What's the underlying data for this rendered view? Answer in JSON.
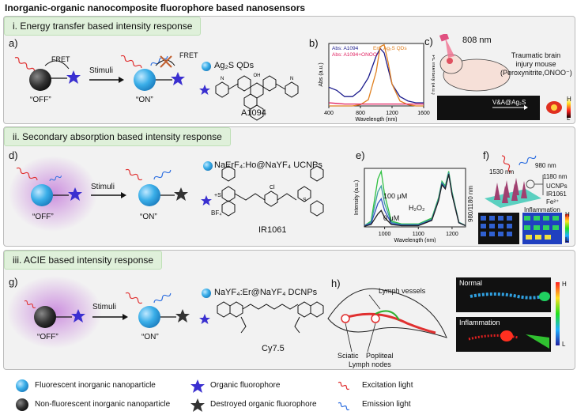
{
  "title": "Inorganic-organic nanocomposite fluorophore based  nanosensors",
  "sections": [
    {
      "header": "i. Energy transfer based intensity response"
    },
    {
      "header": "ii. Secondary absorption based intensity response"
    },
    {
      "header": "iii. ACIE based intensity response"
    }
  ],
  "panel_a": {
    "label": "a)",
    "fret1": "FRET",
    "fret2": "FRET",
    "stimuli": "Stimuli",
    "off": "“OFF”",
    "on": "“ON”",
    "qds_label": "Ag₂S QDs",
    "molecule": "A1094"
  },
  "panel_b": {
    "label": "b)",
    "legend_abs1": "Abs: A1094",
    "legend_em": "Em: Ag₂S QDs",
    "legend_abs2": "Abs: A1094+ONOO⁻",
    "ylabel": "Abs (a.u.)",
    "ylabel_right": "PL intensity (a.u.)",
    "xlabel": "Wavelength (nm)",
    "xticks": [
      "400",
      "800",
      "1200",
      "1600"
    ]
  },
  "panel_c": {
    "label": "c)",
    "laser": "808 nm",
    "mouse_text": [
      "Traumatic brain",
      "injury mouse",
      "(Peroxynitrite,ONOO⁻)"
    ],
    "arrow_label": "V&A@Ag₂S",
    "scale_h": "H",
    "scale_l": "L"
  },
  "panel_d": {
    "label": "d)",
    "stimuli": "Stimuli",
    "off": "“OFF”",
    "on": "“ON”",
    "ucnp_label": "NaErF₄:Ho@NaYF₄ UCNPs",
    "molecule": "IR1061",
    "bf4": "BF₄"
  },
  "panel_e": {
    "label": "e)",
    "conc_high": "100 μM",
    "conc_low": "0 μM",
    "h2o2": "H₂O₂",
    "ylabel": "Intensity (a.u.)",
    "xlabel": "Wavelength (nm)",
    "xticks": [
      "1000",
      "1100",
      "1200"
    ]
  },
  "panel_f": {
    "label": "f)",
    "wl1": "1530 nm",
    "wl2": "980 nm",
    "wl3": "1180 nm",
    "components": [
      "UCNPs",
      "IR1061",
      "Fe²⁺"
    ],
    "inflammation": "Inflammation",
    "side_label": "980/1180 nm",
    "scale_h": "H",
    "scale_l": "L"
  },
  "panel_g": {
    "label": "g)",
    "stimuli": "Stimuli",
    "off": "“OFF”",
    "on": "“ON”",
    "dcnp_label": "NaYF₄:Er@NaYF₄ DCNPs",
    "molecule": "Cy7.5"
  },
  "panel_h": {
    "label": "h)",
    "lymph_vessels": "Lymph vessels",
    "sciatic": "Sciatic",
    "popliteal": "Popliteal",
    "lymph_nodes": "Lymph nodes",
    "normal": "Normal",
    "inflammation": "Inflammation",
    "scale_h": "H",
    "scale_l": "L"
  },
  "legend": {
    "items": [
      "Fluorescent inorganic nanoparticle",
      "Organic fluorophore",
      "Excitation light",
      "Non-fluorescent inorganic nanoparticle",
      "Destroyed organic fluorophore",
      "Emission light"
    ]
  },
  "colors": {
    "header_bg": "#dff0da",
    "np_blue": "#3aaee8",
    "np_dark": "#2a2a2a",
    "star_blue": "#3a2fd0",
    "excitation": "#e03030",
    "emission": "#3070e0",
    "glow": "#c070d8"
  },
  "chart_data": [
    {
      "type": "line",
      "id": "panel_b",
      "x": [
        400,
        500,
        600,
        700,
        800,
        900,
        1000,
        1050,
        1100,
        1150,
        1200,
        1300,
        1400,
        1500,
        1600
      ],
      "xlabel": "Wavelength (nm)",
      "ylabel": "Abs (a.u.)",
      "xlim": [
        400,
        1600
      ],
      "series": [
        {
          "name": "Abs: A1094",
          "color": "#1a1a8c",
          "values": [
            0.3,
            0.25,
            0.15,
            0.15,
            0.25,
            0.45,
            0.8,
            0.92,
            0.85,
            0.6,
            0.35,
            0.15,
            0.08,
            0.05,
            0.05
          ]
        },
        {
          "name": "Em: Ag₂S QDs",
          "color": "#e08020",
          "values": [
            0.0,
            0.0,
            0.0,
            0.0,
            0.02,
            0.1,
            0.55,
            0.95,
            0.98,
            0.7,
            0.35,
            0.08,
            0.02,
            0.0,
            0.0
          ]
        },
        {
          "name": "Abs: A1094+ONOO⁻",
          "color": "#e02060",
          "values": [
            0.05,
            0.04,
            0.03,
            0.03,
            0.03,
            0.03,
            0.03,
            0.03,
            0.03,
            0.03,
            0.03,
            0.03,
            0.03,
            0.03,
            0.03
          ]
        }
      ]
    },
    {
      "type": "line",
      "id": "panel_e",
      "x": [
        940,
        960,
        980,
        990,
        1000,
        1020,
        1050,
        1100,
        1140,
        1160,
        1170,
        1180,
        1190,
        1200,
        1220,
        1240
      ],
      "xlabel": "Wavelength (nm)",
      "ylabel": "Intensity (a.u.)",
      "xlim": [
        940,
        1240
      ],
      "series": [
        {
          "color": "#2ec040",
          "values": [
            0.02,
            0.1,
            0.82,
            0.95,
            0.55,
            0.1,
            0.05,
            0.05,
            0.15,
            0.5,
            0.78,
            0.7,
            0.95,
            0.6,
            0.08,
            0.02
          ]
        },
        {
          "color": "#3aa0a0",
          "values": [
            0.02,
            0.08,
            0.6,
            0.7,
            0.4,
            0.08,
            0.04,
            0.04,
            0.13,
            0.48,
            0.76,
            0.68,
            0.93,
            0.58,
            0.08,
            0.02
          ]
        },
        {
          "color": "#3050c0",
          "values": [
            0.02,
            0.06,
            0.4,
            0.48,
            0.28,
            0.06,
            0.03,
            0.03,
            0.12,
            0.46,
            0.74,
            0.66,
            0.91,
            0.56,
            0.07,
            0.02
          ]
        },
        {
          "color": "#222222",
          "values": [
            0.01,
            0.04,
            0.22,
            0.28,
            0.16,
            0.04,
            0.02,
            0.02,
            0.11,
            0.45,
            0.72,
            0.65,
            0.9,
            0.55,
            0.07,
            0.02
          ]
        }
      ]
    }
  ]
}
